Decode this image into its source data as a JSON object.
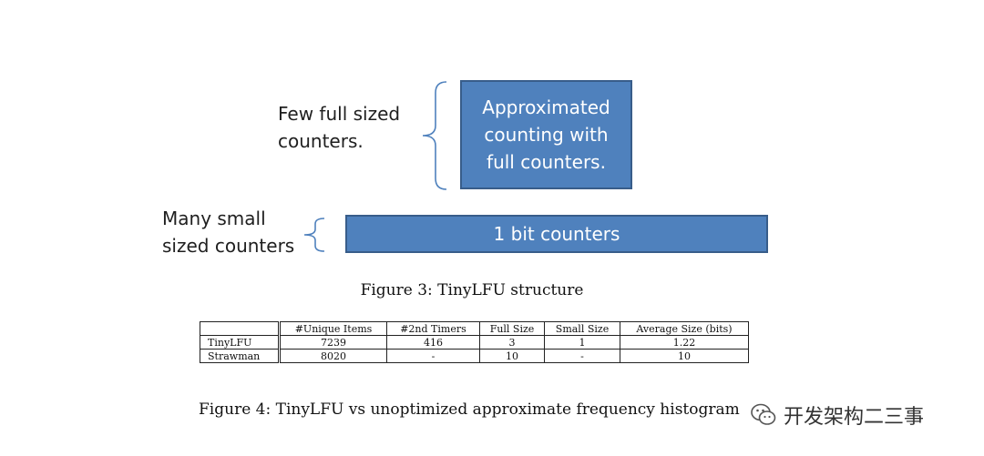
{
  "diagram": {
    "few_label_line1": "Few full sized",
    "few_label_line2": "counters.",
    "full_box_line1": "Approximated",
    "full_box_line2": "counting with",
    "full_box_line3": "full counters.",
    "many_label_line1": "Many small",
    "many_label_line2": "sized counters",
    "small_box_label": "1 bit counters",
    "box_fill_color": "#4f81bd",
    "brace_color": "#4f81bd"
  },
  "figure3_caption": "Figure 3:  TinyLFU structure",
  "table": {
    "headers": [
      "",
      "#Unique Items",
      "#2nd Timers",
      "Full Size",
      "Small Size",
      "Average Size (bits)"
    ],
    "rows": [
      [
        "TinyLFU",
        "7239",
        "416",
        "3",
        "1",
        "1.22"
      ],
      [
        "Strawman",
        "8020",
        "-",
        "10",
        "-",
        "10"
      ]
    ]
  },
  "figure4_caption": "Figure 4:   TinyLFU vs unoptimized approximate frequency histogram",
  "watermark": {
    "text": "开发架构二三事",
    "icon": "wechat-logo-icon"
  }
}
